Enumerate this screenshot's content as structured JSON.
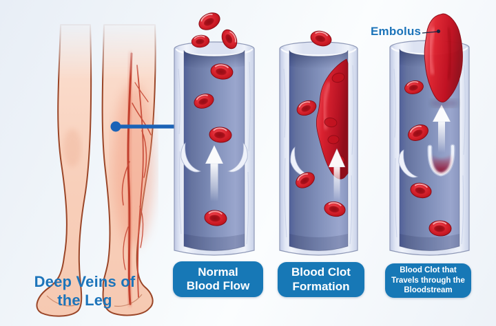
{
  "legs": {
    "caption": "Deep Veins of the Leg",
    "caption_lines": [
      "Deep Veins of",
      "the Leg"
    ]
  },
  "panels": [
    {
      "label": "Normal Blood Flow",
      "label_lines": [
        "Normal",
        "Blood Flow"
      ]
    },
    {
      "label": "Blood Clot Formation",
      "label_lines": [
        "Blood Clot",
        "Formation"
      ]
    },
    {
      "label": "Blood Clot that Travels through the Bloodstream",
      "label_lines": [
        "Blood Clot that",
        "Travels through the",
        "Bloodstream"
      ],
      "annotation": "Embolus"
    }
  ],
  "icons": {
    "flow_arrow": "up-arrow",
    "location_pointer": "dot-with-line"
  },
  "colors": {
    "label_text_blue": "#1c74ba",
    "badge_background": "#1778b6",
    "badge_text": "#ffffff",
    "blood_red": "#d0202c",
    "clot_red": "#c11020",
    "vein_wall": "#dde3f3",
    "vein_interior": "#7d8bb7",
    "skin": "#f8cfba",
    "pointer_blue": "#1c63b7",
    "background": "#eef3f9"
  }
}
